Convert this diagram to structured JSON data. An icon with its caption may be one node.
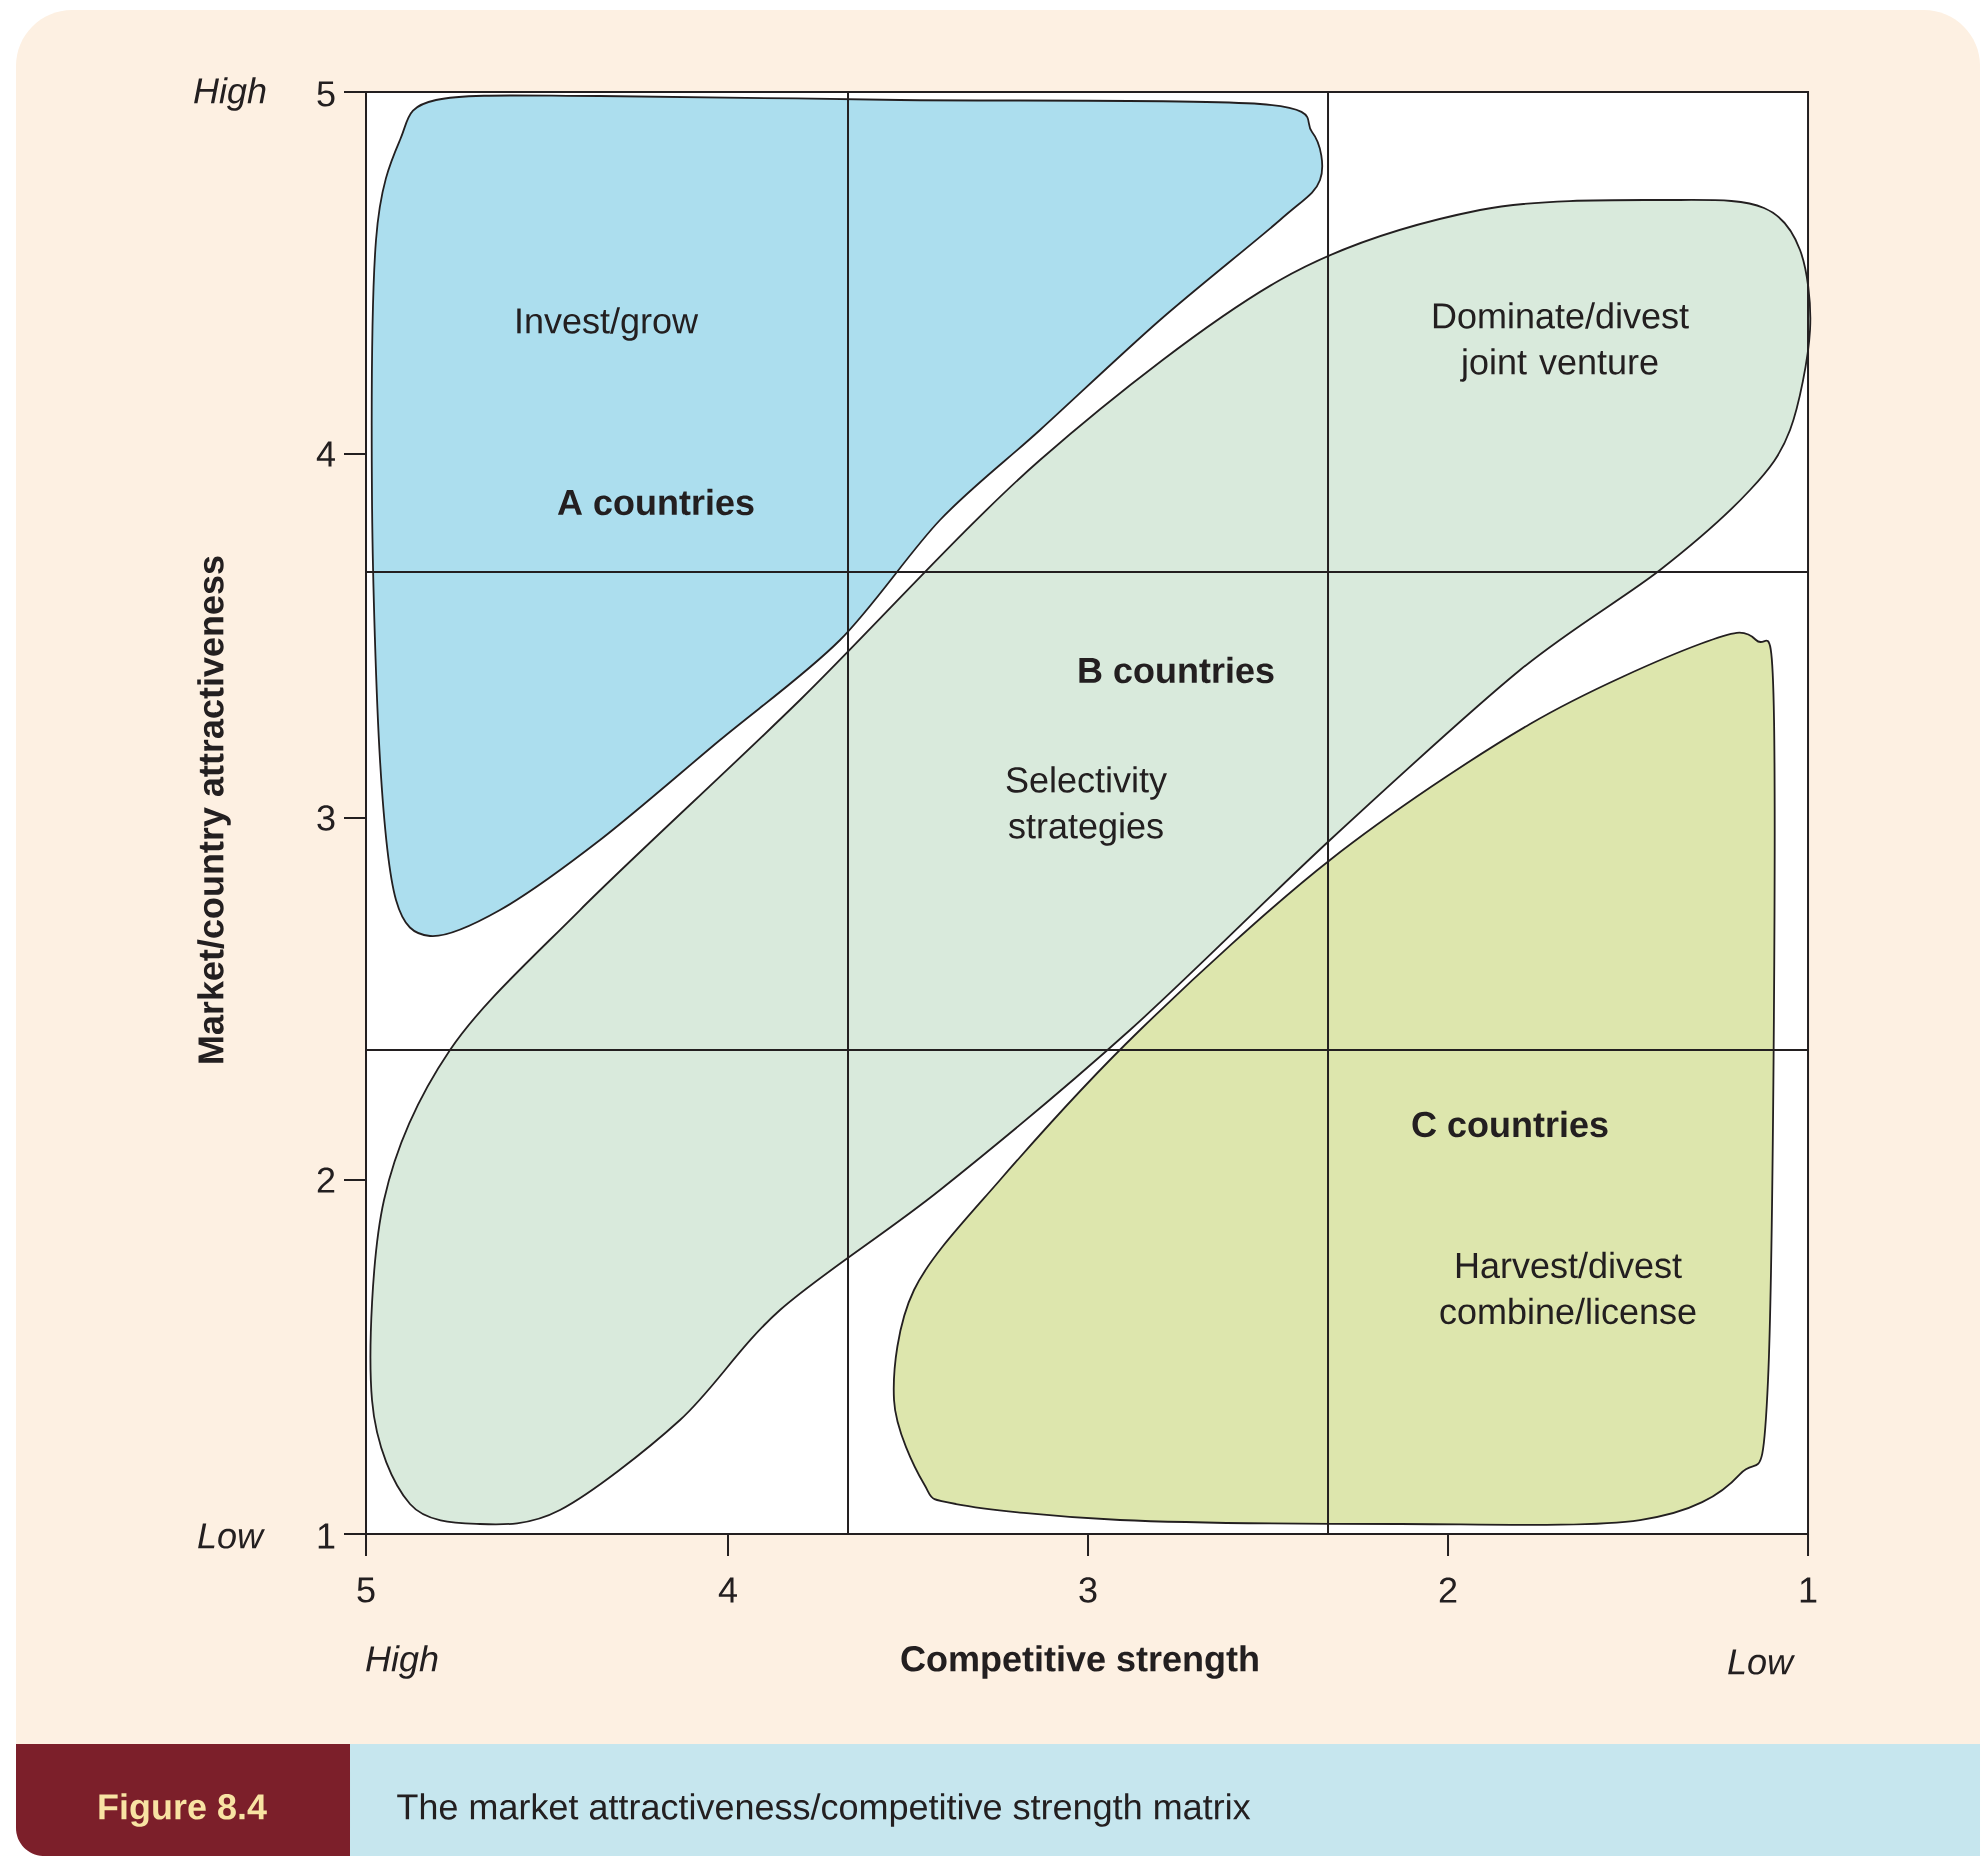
{
  "diagram": {
    "caption": "The market attractiveness/competitive strength matrix",
    "nodes": [
      {
        "text": [
          "Invest/grow",
          "A countries"
        ]
      },
      {
        "text": [
          "Dominate/divest joint venture",
          "B countries",
          "Selectivity strategies"
        ]
      },
      {
        "text": [
          "C countries",
          "Harvest/divest combine/license"
        ]
      }
    ],
    "labels": [
      "High",
      "5",
      "4",
      "Market/country attractiveness",
      "3",
      "2",
      "Low",
      "1",
      "5",
      "4",
      "3",
      "2",
      "1",
      "High",
      "Competitive strength",
      "Low",
      "Figure 8.4"
    ]
  }
}
